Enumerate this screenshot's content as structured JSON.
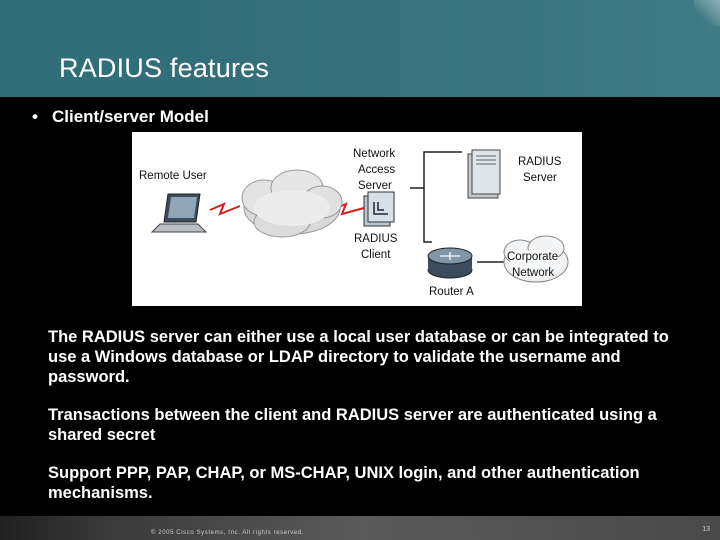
{
  "slide": {
    "title": "RADIUS features",
    "bullet": "Client/server Model"
  },
  "diagram": {
    "remote_user": "Remote User",
    "nas_line1": "Network",
    "nas_line2": "Access",
    "nas_line3": "Server",
    "radius_server_line1": "RADIUS",
    "radius_server_line2": "Server",
    "radius_client_line1": "RADIUS",
    "radius_client_line2": "Client",
    "router": "Router A",
    "corp_line1": "Corporate",
    "corp_line2": "Network"
  },
  "paragraphs": [
    "The RADIUS server can either use a local user database or can be integrated to use a Windows database or LDAP directory to validate the username and password.",
    "Transactions between the client and RADIUS server are authenticated using a shared secret",
    "Support PPP, PAP, CHAP, or MS-CHAP, UNIX login, and other authentication mechanisms."
  ],
  "footer": {
    "copyright": "© 2005 Cisco Systems, Inc. All rights reserved.",
    "page": "13"
  },
  "colors": {
    "header": "#2f6d78",
    "background": "#000000",
    "link_red": "#d21f1f"
  }
}
